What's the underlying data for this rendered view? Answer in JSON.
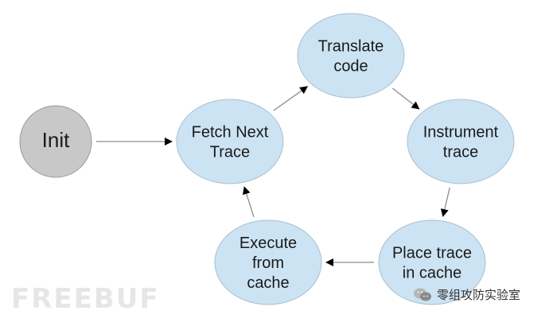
{
  "diagram": {
    "nodes": [
      {
        "id": "init",
        "label_lines": [
          "Init"
        ],
        "fill": "#c8c8c8"
      },
      {
        "id": "fetch",
        "label_lines": [
          "Fetch Next",
          "Trace"
        ],
        "fill": "#cce3f3"
      },
      {
        "id": "translate",
        "label_lines": [
          "Translate",
          "code"
        ],
        "fill": "#cce3f3"
      },
      {
        "id": "instrument",
        "label_lines": [
          "Instrument",
          "trace"
        ],
        "fill": "#cce3f3"
      },
      {
        "id": "place",
        "label_lines": [
          "Place trace",
          "in cache"
        ],
        "fill": "#cce3f3"
      },
      {
        "id": "execute",
        "label_lines": [
          "Execute",
          "from",
          "cache"
        ],
        "fill": "#cce3f3"
      }
    ],
    "edges": [
      {
        "from": "init",
        "to": "fetch"
      },
      {
        "from": "fetch",
        "to": "translate"
      },
      {
        "from": "translate",
        "to": "instrument"
      },
      {
        "from": "instrument",
        "to": "place"
      },
      {
        "from": "place",
        "to": "execute"
      },
      {
        "from": "execute",
        "to": "fetch"
      }
    ],
    "colors": {
      "node_stroke": "#a9bfd0",
      "edge": "#8c8c8c",
      "arrowhead": "#000000"
    }
  },
  "watermark": {
    "left_text": "FREEBUF",
    "wechat_icon": "wechat-icon",
    "right_text": "零组攻防实验室"
  }
}
